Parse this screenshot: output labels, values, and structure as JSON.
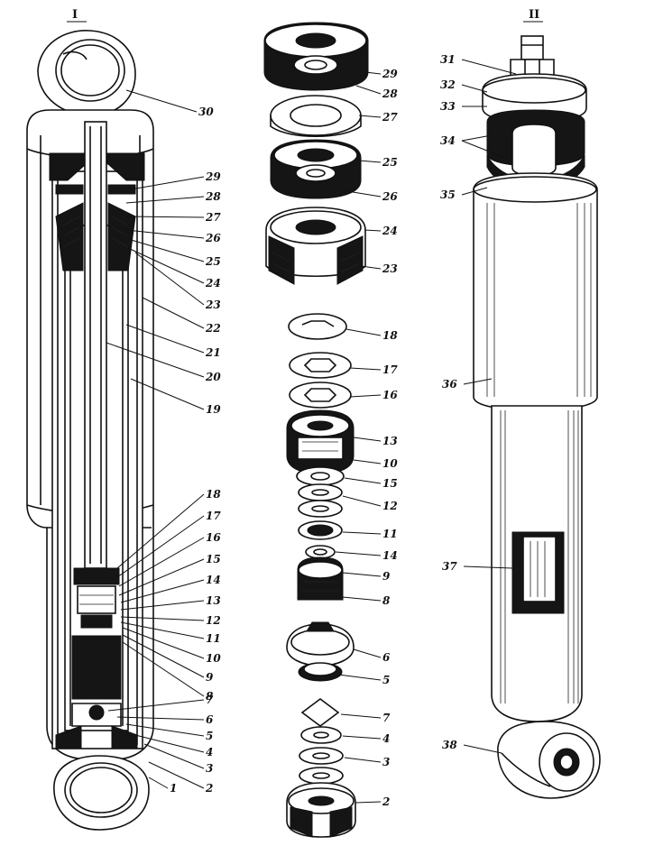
{
  "roman_labels": [
    "I",
    "II"
  ],
  "left_labels": [
    "30",
    "29",
    "28",
    "27",
    "26",
    "25",
    "24",
    "23",
    "22",
    "21",
    "20",
    "19",
    "18",
    "17",
    "16",
    "15",
    "14",
    "13",
    "12",
    "11",
    "10",
    "9",
    "8",
    "7",
    "6",
    "5",
    "4",
    "3",
    "2",
    "1"
  ],
  "middle_labels": [
    "29",
    "28",
    "27",
    "25",
    "26",
    "24",
    "23",
    "18",
    "17",
    "16",
    "13",
    "10",
    "15",
    "12",
    "11",
    "14",
    "9",
    "8",
    "6",
    "5",
    "7",
    "4",
    "3",
    "2"
  ],
  "right_labels": [
    "31",
    "32",
    "33",
    "34",
    "35",
    "36",
    "37",
    "38"
  ]
}
